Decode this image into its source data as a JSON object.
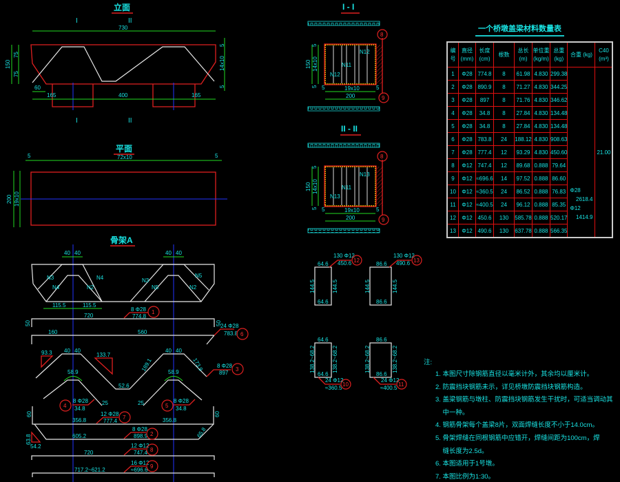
{
  "elevation": {
    "title": "立面",
    "dim_total": "730",
    "dim_height": "150",
    "dim_upper": "75",
    "dim_lower": "75",
    "dim_right": [
      "5",
      "14x10",
      "5"
    ],
    "dim_bottom": [
      "60",
      "165",
      "400",
      "165"
    ],
    "section_marks": [
      "I",
      "II",
      "I",
      "II"
    ]
  },
  "plan": {
    "title": "平面",
    "subtitle": "72x10",
    "dim_ends": [
      "5",
      "5"
    ],
    "dim_height": "200",
    "dim_spacing": "19x10"
  },
  "skeleton": {
    "title": "骨架A",
    "dims_top": [
      "40",
      "40",
      "40",
      "40"
    ],
    "dims_bottom": [
      "115.5",
      "115.5"
    ],
    "bar_labels": [
      "N3",
      "N4",
      "N2",
      "N4",
      "N3",
      "N5",
      "N2",
      "N5"
    ],
    "bars": [
      {
        "id": "1",
        "count_dia": "8 Φ28",
        "length": "774.8",
        "seg": [
          "720",
          "50",
          "50"
        ]
      },
      {
        "id": "6",
        "count_dia": "24 Φ28",
        "length": "783.8",
        "seg": [
          "160",
          "560"
        ]
      },
      {
        "id": "3",
        "count_dia": "8 Φ28",
        "length": "897",
        "seg": [
          "40",
          "40",
          "40",
          "40",
          "52.6",
          "93.3",
          "133.7",
          "189.1",
          "173.9"
        ]
      },
      {
        "id": "4",
        "count_dia": "8 Φ28",
        "length": "34.8",
        "seg": [
          "58.9",
          "25"
        ]
      },
      {
        "id": "5",
        "count_dia": "8 Φ28",
        "length": "34.8",
        "seg": [
          "58.9",
          "25"
        ]
      },
      {
        "id": "7",
        "count_dia": "12 Φ28",
        "length": "777.4",
        "seg": [
          "356.8",
          "356.8",
          "60",
          "60"
        ]
      },
      {
        "id": "2",
        "count_dia": "8 Φ28",
        "length": "898.9",
        "seg": [
          "605.2",
          "63.8",
          "54.2",
          "65.8"
        ]
      },
      {
        "id": "8",
        "count_dia": "12 Φ12",
        "length": "747.4",
        "seg": [
          "720"
        ]
      },
      {
        "id": "9",
        "count_dia": "16 Φ12",
        "length": "≈696.6",
        "seg": [
          "717.2~621.2"
        ]
      }
    ]
  },
  "sections": [
    {
      "title": "I - I",
      "dim_height": "150",
      "dim_inner": "14x10",
      "dim_spacing": "19x10",
      "dim_width": "200",
      "dim_edge": [
        "5",
        "5",
        "5",
        "5"
      ],
      "labels": [
        "N12",
        "N11",
        "N12"
      ],
      "callouts": [
        "8",
        "9"
      ]
    },
    {
      "title": "II - II",
      "dim_height": "150",
      "dim_inner": "14x10",
      "dim_spacing": "19x10",
      "dim_width": "200",
      "dim_edge": [
        "5",
        "5",
        "5",
        "5"
      ],
      "labels": [
        "N13",
        "N11",
        "N13"
      ],
      "callouts": [
        "8",
        "9"
      ]
    }
  ],
  "stirrups": [
    {
      "id": "12",
      "count_dia": "130 Φ12",
      "length": "450.6",
      "top": "64.6",
      "bottom": "64.6",
      "side": "144.5"
    },
    {
      "id": "13",
      "count_dia": "130 Φ12",
      "length": "490.6",
      "top": "86.6",
      "bottom": "86.6",
      "side": "144.5"
    },
    {
      "id": "10",
      "count_dia": "24 Φ12",
      "length": "≈360.5",
      "top": "64.6",
      "bottom": "64.6",
      "side": "138.2~68.2"
    },
    {
      "id": "11",
      "count_dia": "24 Φ12",
      "length": "≈400.5",
      "top": "86.6",
      "bottom": "86.6",
      "side": "138.2~68.2"
    }
  ],
  "material_table": {
    "title": "一个桥墩盖梁材料数量表",
    "headers": [
      "编号",
      "直径 (mm)",
      "长度 (cm)",
      "根数",
      "总长 (m)",
      "单位重 (kg/m)",
      "总重 (kg)",
      "合重 (kg)",
      "C40 (m³)"
    ],
    "rows": [
      [
        "1",
        "Φ28",
        "774.8",
        "8",
        "61.98",
        "4.830",
        "299.38"
      ],
      [
        "2",
        "Φ28",
        "890.9",
        "8",
        "71.27",
        "4.830",
        "344.25"
      ],
      [
        "3",
        "Φ28",
        "897",
        "8",
        "71.76",
        "4.830",
        "346.62"
      ],
      [
        "4",
        "Φ28",
        "34.8",
        "8",
        "27.84",
        "4.830",
        "134.48"
      ],
      [
        "5",
        "Φ28",
        "34.8",
        "8",
        "27.84",
        "4.830",
        "134.48"
      ],
      [
        "6",
        "Φ28",
        "783.8",
        "24",
        "188.12",
        "4.830",
        "908.63"
      ],
      [
        "7",
        "Φ28",
        "777.4",
        "12",
        "93.29",
        "4.830",
        "450.60"
      ],
      [
        "8",
        "Φ12",
        "747.4",
        "12",
        "89.68",
        "0.888",
        "79.64"
      ],
      [
        "9",
        "Φ12",
        "≈696.6",
        "14",
        "97.52",
        "0.888",
        "86.60"
      ],
      [
        "10",
        "Φ12",
        "≈360.5",
        "24",
        "86.52",
        "0.888",
        "76.83"
      ],
      [
        "11",
        "Φ12",
        "≈400.5",
        "24",
        "96.12",
        "0.888",
        "85.35"
      ],
      [
        "12",
        "Φ12",
        "450.6",
        "130",
        "585.78",
        "0.888",
        "520.17"
      ],
      [
        "13",
        "Φ12",
        "490.6",
        "130",
        "637.78",
        "0.888",
        "566.35"
      ]
    ],
    "total_weight": [
      "Φ28",
      "2618.4",
      "Φ12",
      "1414.9"
    ],
    "concrete": "21.00"
  },
  "notes": {
    "heading": "注:",
    "items": [
      "1. 本图尺寸除钢筋直径以毫米计外，其余均以厘米计。",
      "2. 防震挡块钢筋未示，详见桥墩防震挡块钢筋构造。",
      "3. 盖梁钢筋与墩柱、防震挡块钢筋发生干扰时，可适当调动其",
      "    中一种。",
      "4. 钢筋骨架每个盖梁8片，双面焊缝长度不小于14.0cm。",
      "5. 骨架焊缝在同根钢筋中应错开，焊缝间距为100cm，焊",
      "    缝长度为2.5d。",
      "6. 本图适用于1号墩。",
      "7. 本图比例为1:30。"
    ]
  }
}
